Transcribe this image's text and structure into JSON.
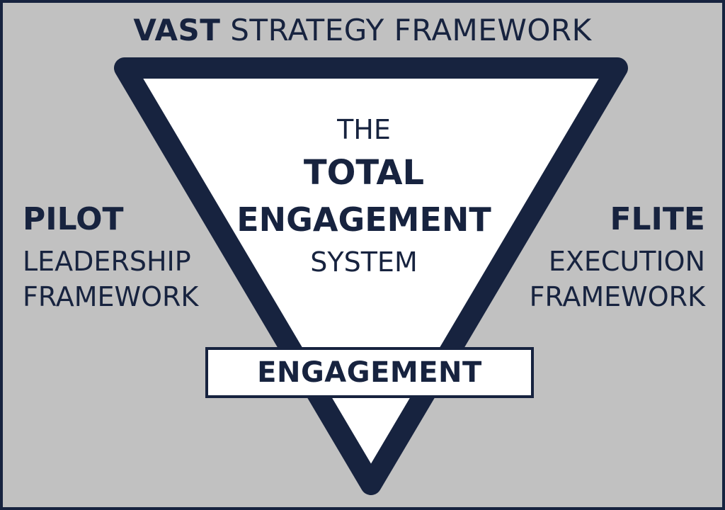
{
  "colors": {
    "background": "#c1c1c1",
    "navy": "#17233f",
    "triangle_fill": "#ffffff"
  },
  "top_title": {
    "bold": "VAST",
    "rest": "STRATEGY FRAMEWORK"
  },
  "triangle": {
    "line1": "THE",
    "line2": "TOTAL",
    "line3": "ENGAGEMENT",
    "line4": "SYSTEM"
  },
  "left": {
    "title": "PILOT",
    "line1": "LEADERSHIP",
    "line2": "FRAMEWORK"
  },
  "right": {
    "title": "FLITE",
    "line1": "EXECUTION",
    "line2": "FRAMEWORK"
  },
  "bottom_box": {
    "label": "ENGAGEMENT"
  }
}
